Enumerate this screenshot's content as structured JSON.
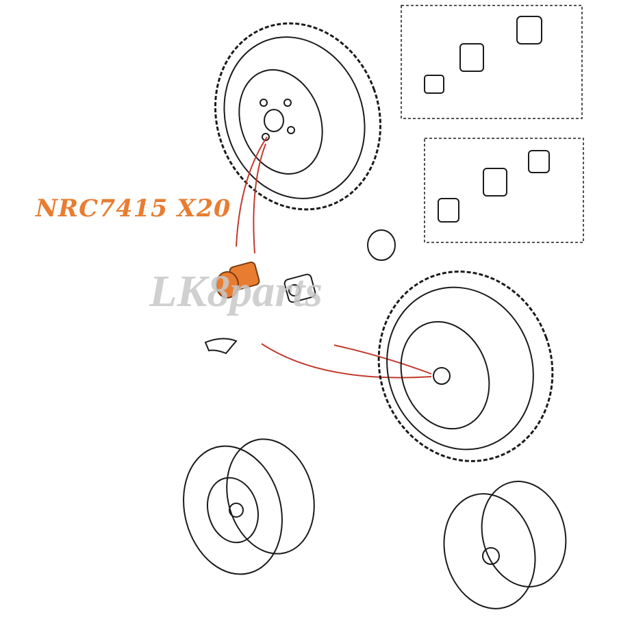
{
  "part_label": "NRC7415 X20",
  "watermark": "LK8parts",
  "colors": {
    "highlight": "#e87d32",
    "leader_lines": "#c0392b",
    "line_art": "#1a1a1a",
    "watermark": "#c8c8c8"
  },
  "parts": [
    "tyre-wheel-upper",
    "nut-set-box-1",
    "nut-set-box-2",
    "centre-cap",
    "wheel-nut-highlighted",
    "wheel-nut",
    "clip",
    "tyre-wheel-lower",
    "steel-rim",
    "alloy-rim"
  ]
}
